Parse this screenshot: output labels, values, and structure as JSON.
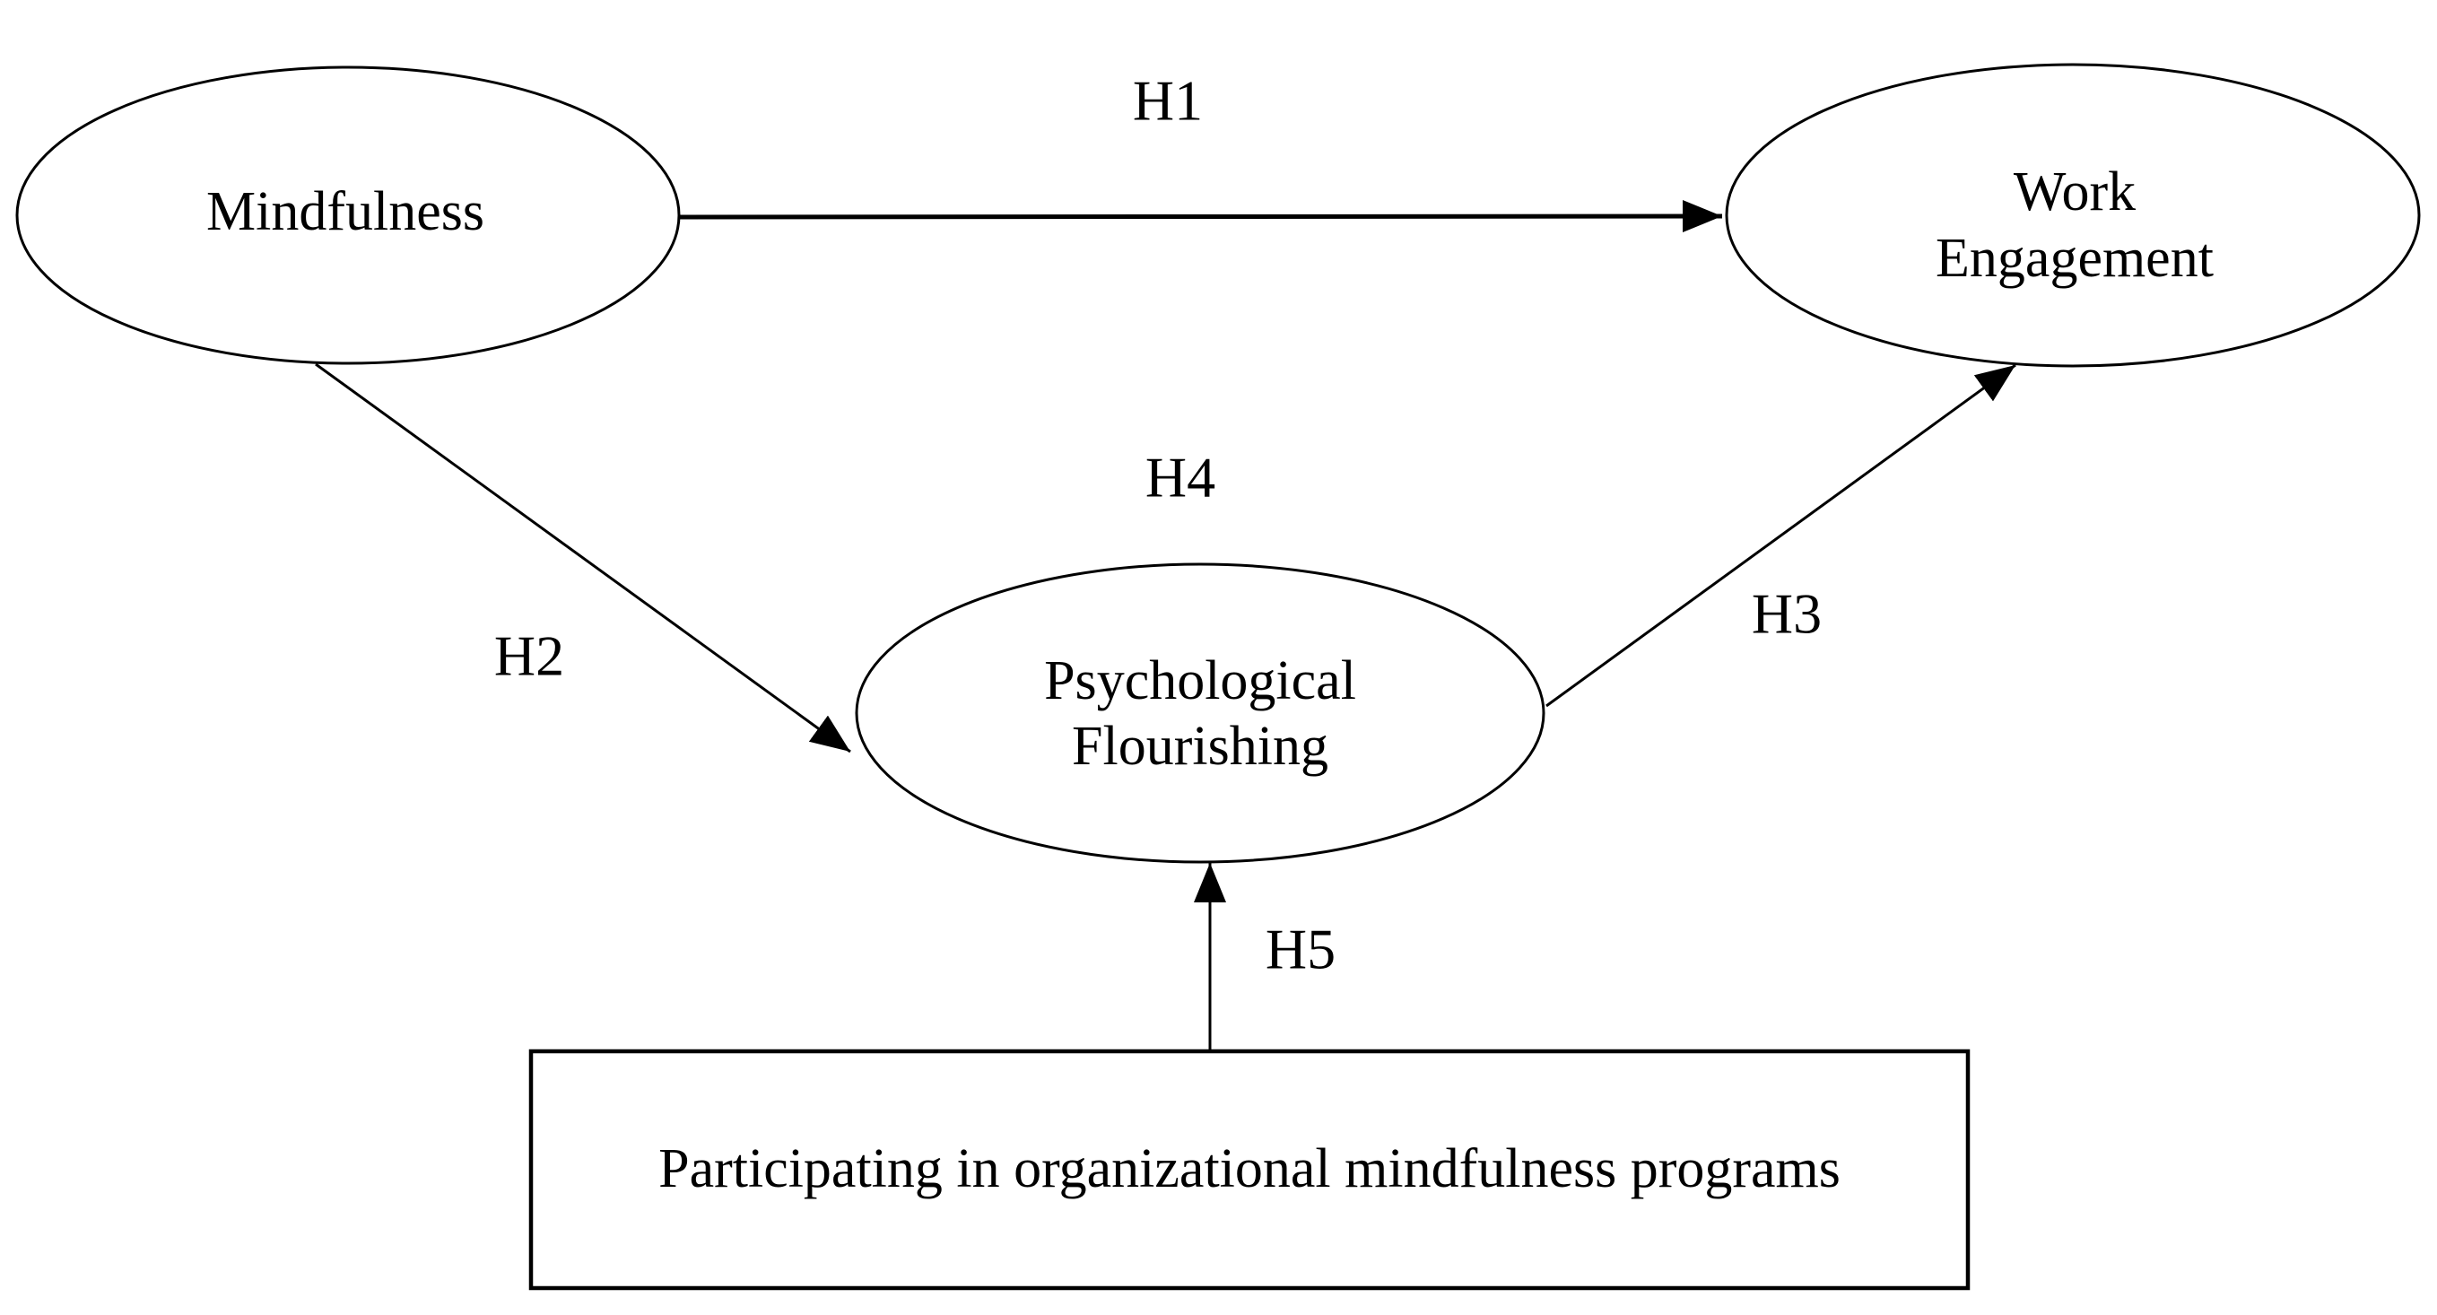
{
  "figure": {
    "type": "hypothesis-model-diagram",
    "background": "#ffffff",
    "ink": "#000000",
    "h1_line_fade": "#8a8a8a"
  },
  "nodes": {
    "mindfulness": {
      "shape": "ellipse",
      "label": "Mindfulness"
    },
    "work_engagement": {
      "shape": "ellipse",
      "lines": [
        "Work",
        "Engagement"
      ]
    },
    "psychological_flourishing": {
      "shape": "ellipse",
      "lines": [
        "Psychological",
        "Flourishing"
      ]
    },
    "program_box": {
      "shape": "rectangle",
      "label": "Participating in organizational mindfulness programs"
    }
  },
  "edges": [
    {
      "id": "h1",
      "label": "H1",
      "from": "mindfulness",
      "to": "work_engagement",
      "style": "straight-arrow"
    },
    {
      "id": "h2",
      "label": "H2",
      "from": "mindfulness",
      "to": "psychological_flourishing",
      "style": "straight-arrow"
    },
    {
      "id": "h3",
      "label": "H3",
      "from": "psychological_flourishing",
      "to": "work_engagement",
      "style": "straight-arrow"
    },
    {
      "id": "h4",
      "label": "H4",
      "from": "mindfulness",
      "to": "work_engagement",
      "style": "label-only",
      "note": "indirect path label shown above the mediator ellipse"
    },
    {
      "id": "h5",
      "label": "H5",
      "from": "program_box",
      "to": "psychological_flourishing",
      "style": "straight-arrow"
    }
  ]
}
